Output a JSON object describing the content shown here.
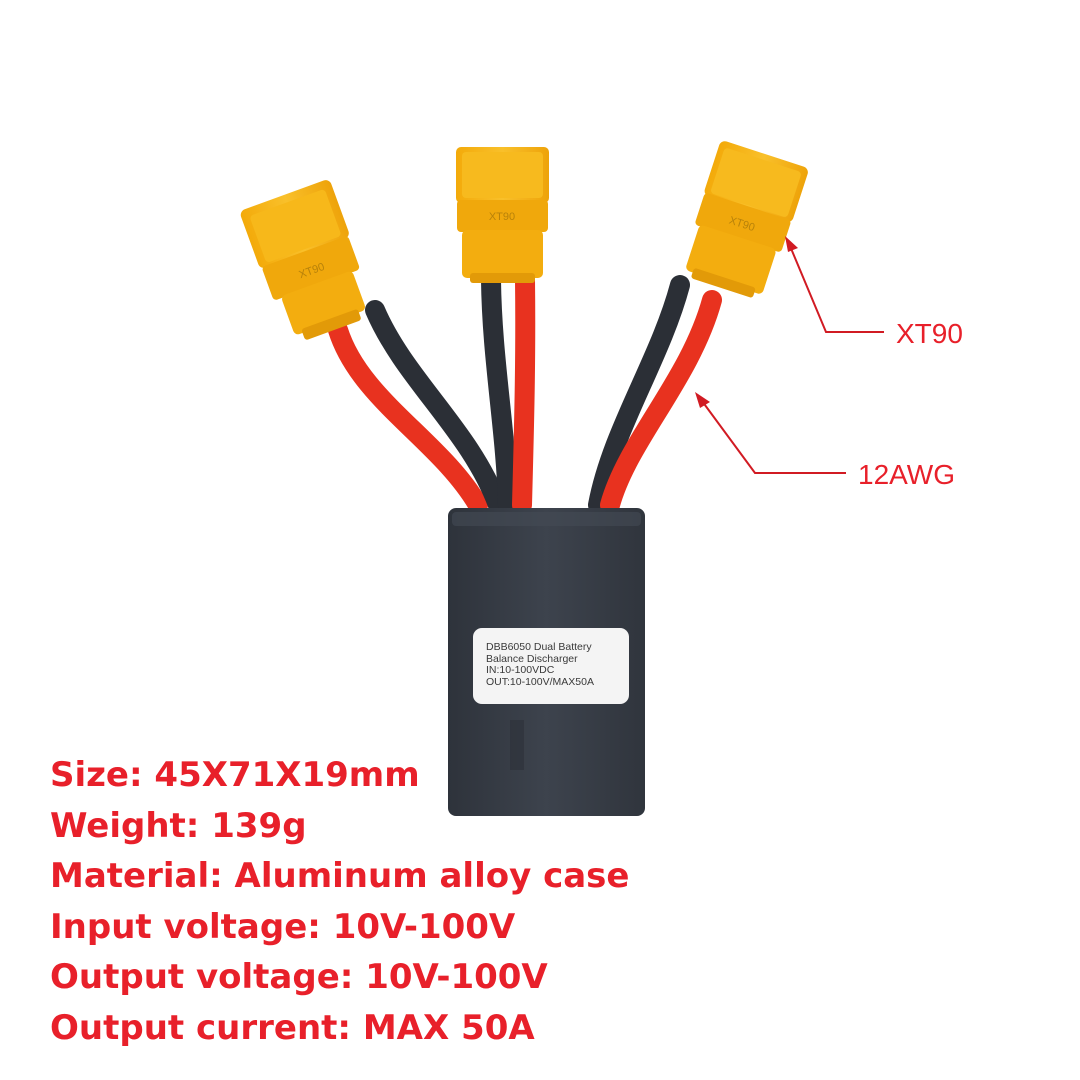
{
  "callouts": {
    "connector": "XT90",
    "wire": "12AWG"
  },
  "device_label": {
    "line1": "DBB6050 Dual Battery",
    "line2": "Balance Discharger",
    "line3": "IN:10-100VDC",
    "line4": "OUT:10-100V/MAX50A"
  },
  "connector_marking": "XT90",
  "specs": [
    "Size: 45X71X19mm",
    "Weight: 139g",
    "Material: Aluminum alloy case",
    "Input voltage: 10V-100V",
    "Output voltage: 10V-100V",
    "Output current: MAX 50A"
  ],
  "colors": {
    "accent_text": "#e8202a",
    "connector_yellow": "#f5b411",
    "case": "#3a404a",
    "wire_red": "#e8321f",
    "wire_black": "#2b2f36"
  }
}
